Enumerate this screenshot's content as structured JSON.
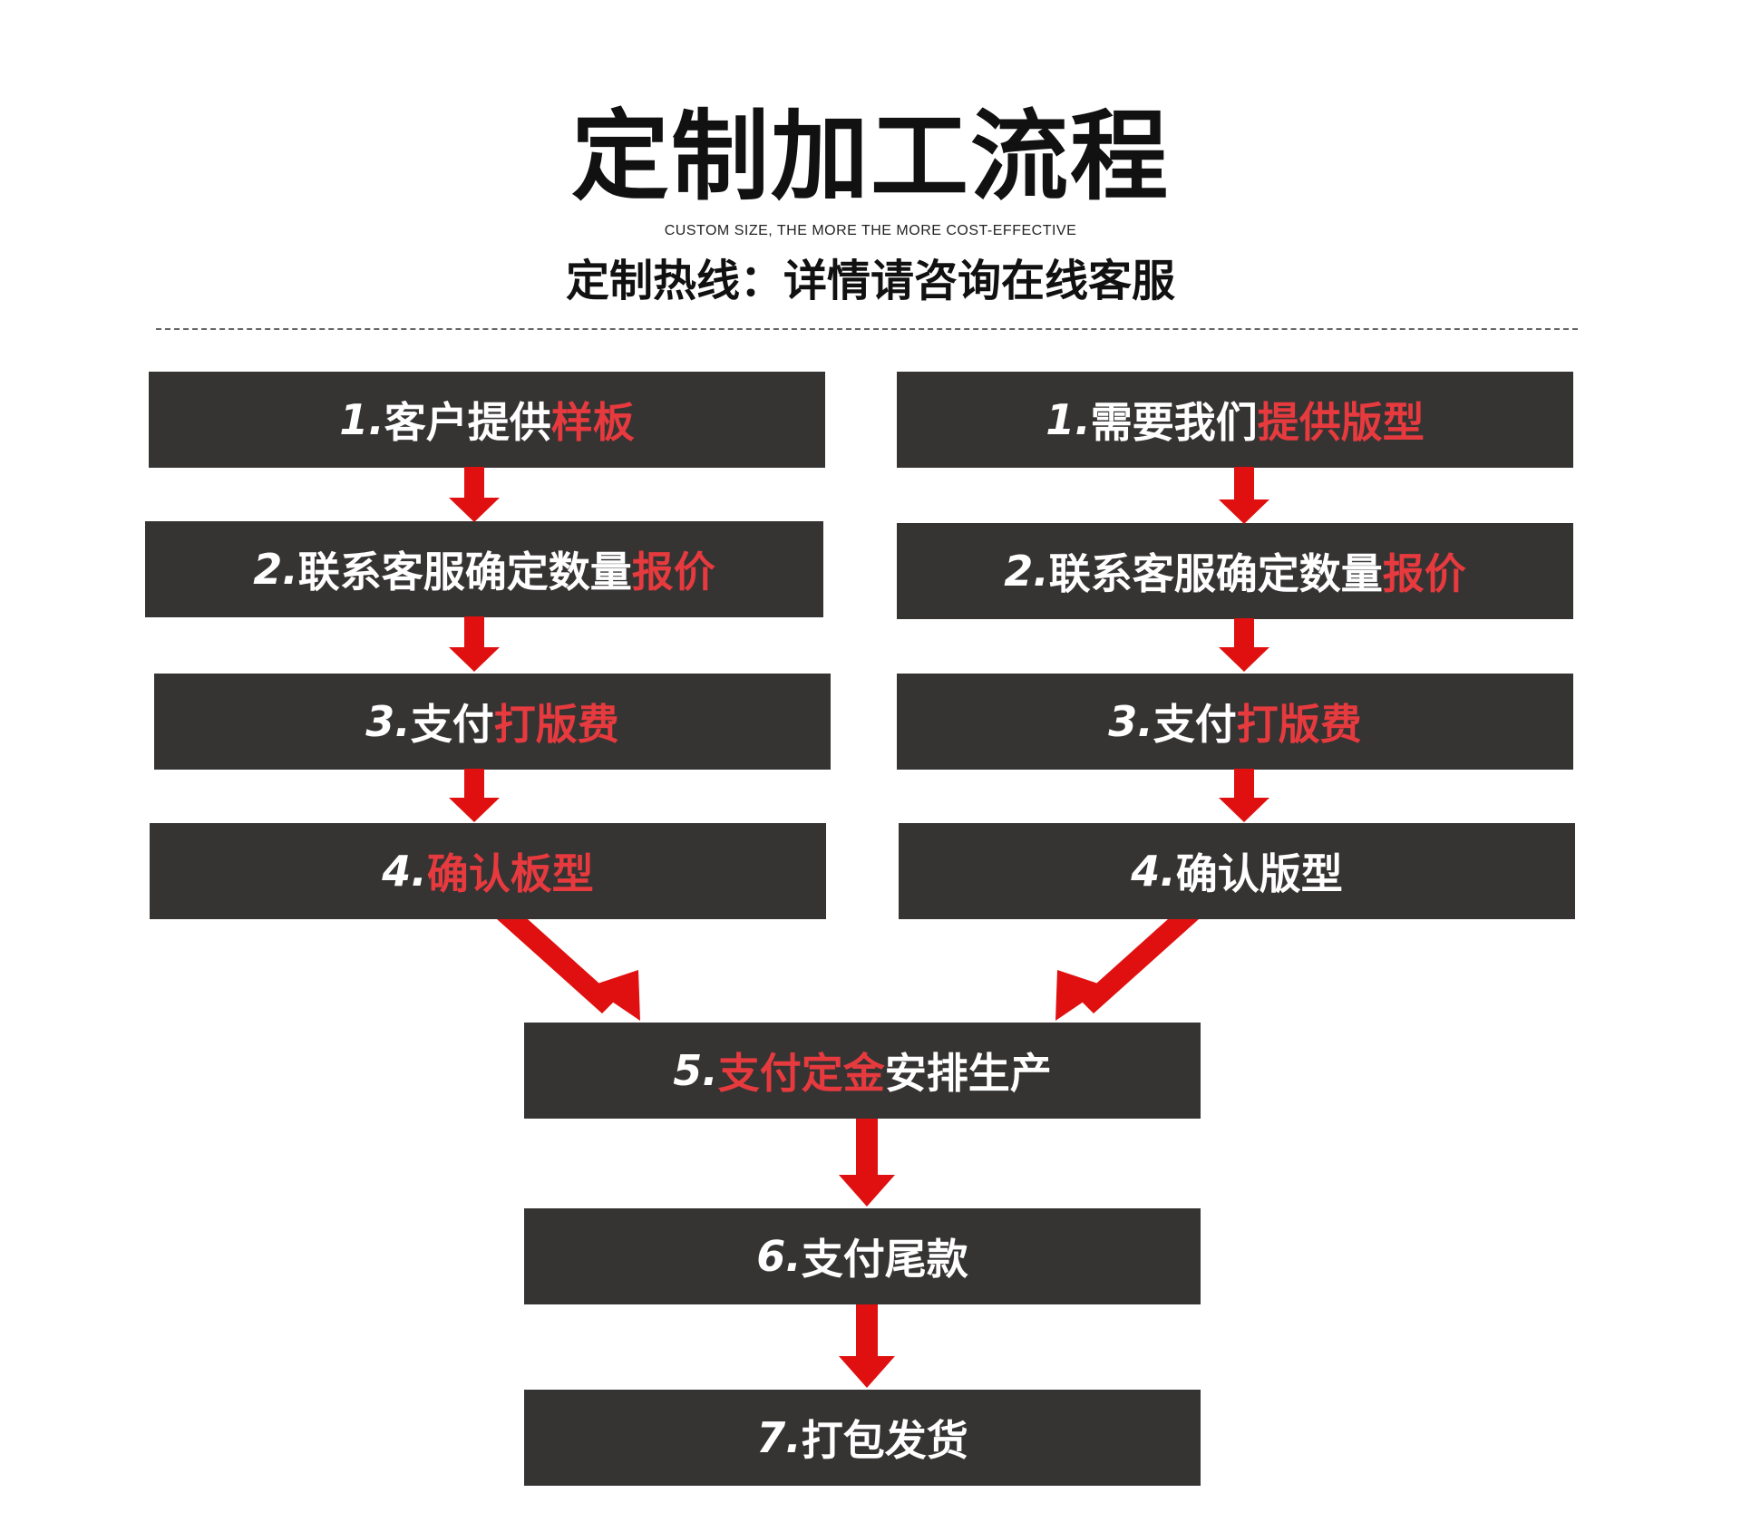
{
  "title": "定制加工流程",
  "subtitle_en": "CUSTOM SIZE, THE MORE THE MORE COST-EFFECTIVE",
  "hotline": "定制热线：详情请咨询在线客服",
  "left_steps": [
    {
      "num": "1.",
      "text": "客户提供",
      "red": "样板",
      "tail": ""
    },
    {
      "num": "2.",
      "text": "联系客服确定数量",
      "red": "报价",
      "tail": ""
    },
    {
      "num": "3.",
      "text": "支付",
      "red": "打版费",
      "tail": ""
    },
    {
      "num": "4.",
      "text": "",
      "red": "确认板型",
      "tail": ""
    }
  ],
  "right_steps": [
    {
      "num": "1.",
      "text": "需要我们",
      "red": "提供版型",
      "tail": ""
    },
    {
      "num": "2.",
      "text": "联系客服确定数量",
      "red": "报价",
      "tail": ""
    },
    {
      "num": "3.",
      "text": "支付",
      "red": "打版费",
      "tail": ""
    },
    {
      "num": "4.",
      "text": "确认版型",
      "red": "",
      "tail": ""
    }
  ],
  "center_steps": [
    {
      "num": "5.",
      "text": "",
      "red": "支付定金",
      "tail": "安排生产"
    },
    {
      "num": "6.",
      "text": "支付尾款",
      "red": "",
      "tail": ""
    },
    {
      "num": "7.",
      "text": "打包发货",
      "red": "",
      "tail": ""
    }
  ],
  "colors": {
    "box": "#363333",
    "accent_red": "#e63a3e",
    "arrow_red": "#e01010",
    "text": "#ffffff"
  }
}
